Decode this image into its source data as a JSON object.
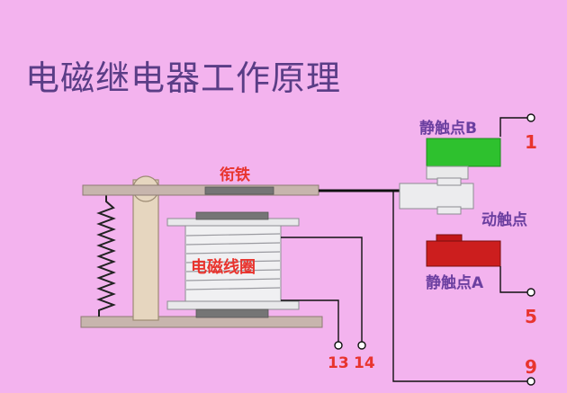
{
  "title": "电磁继电器工作原理",
  "labels": {
    "armature": "衔铁",
    "coil": "电磁线圈",
    "static_contact_b": "静触点B",
    "moving_contact": "动触点",
    "static_contact_a": "静触点A"
  },
  "terminals": {
    "t1": "1",
    "t5": "5",
    "t9": "9",
    "t13": "13",
    "t14": "14"
  },
  "colors": {
    "background": "#f3b3ee",
    "title": "#5a3d86",
    "label_purple": "#6b3fa0",
    "label_red": "#e8342e",
    "contact_b": "#2ec12e",
    "contact_a": "#cc1e1e",
    "coil_body": "#e9e9ea",
    "frame": "#c9b8b2"
  }
}
